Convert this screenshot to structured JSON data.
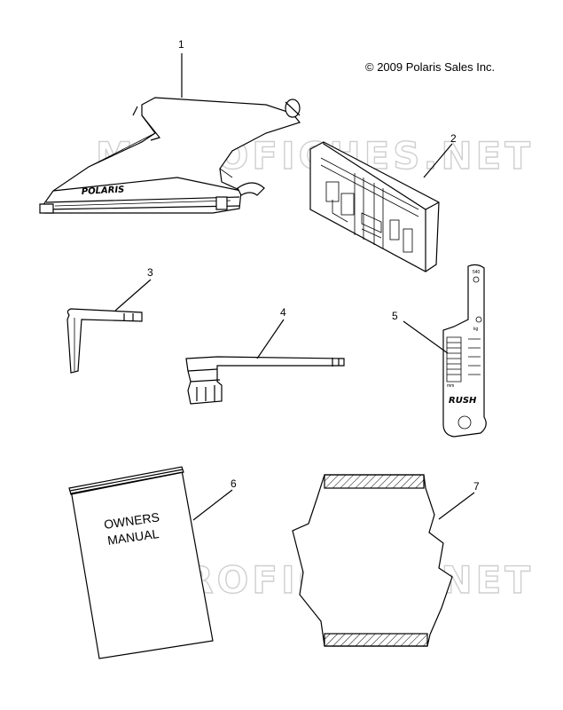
{
  "copyright": "© 2009 Polaris Sales Inc.",
  "watermark": "MICROFICHES.NET",
  "callouts": [
    "1",
    "2",
    "3",
    "4",
    "5",
    "6",
    "7"
  ],
  "manual": {
    "line1": "OWNERS",
    "line2": "MANUAL"
  },
  "tool_bag_logo": "POLARIS",
  "gauge_logo": "RUSH"
}
